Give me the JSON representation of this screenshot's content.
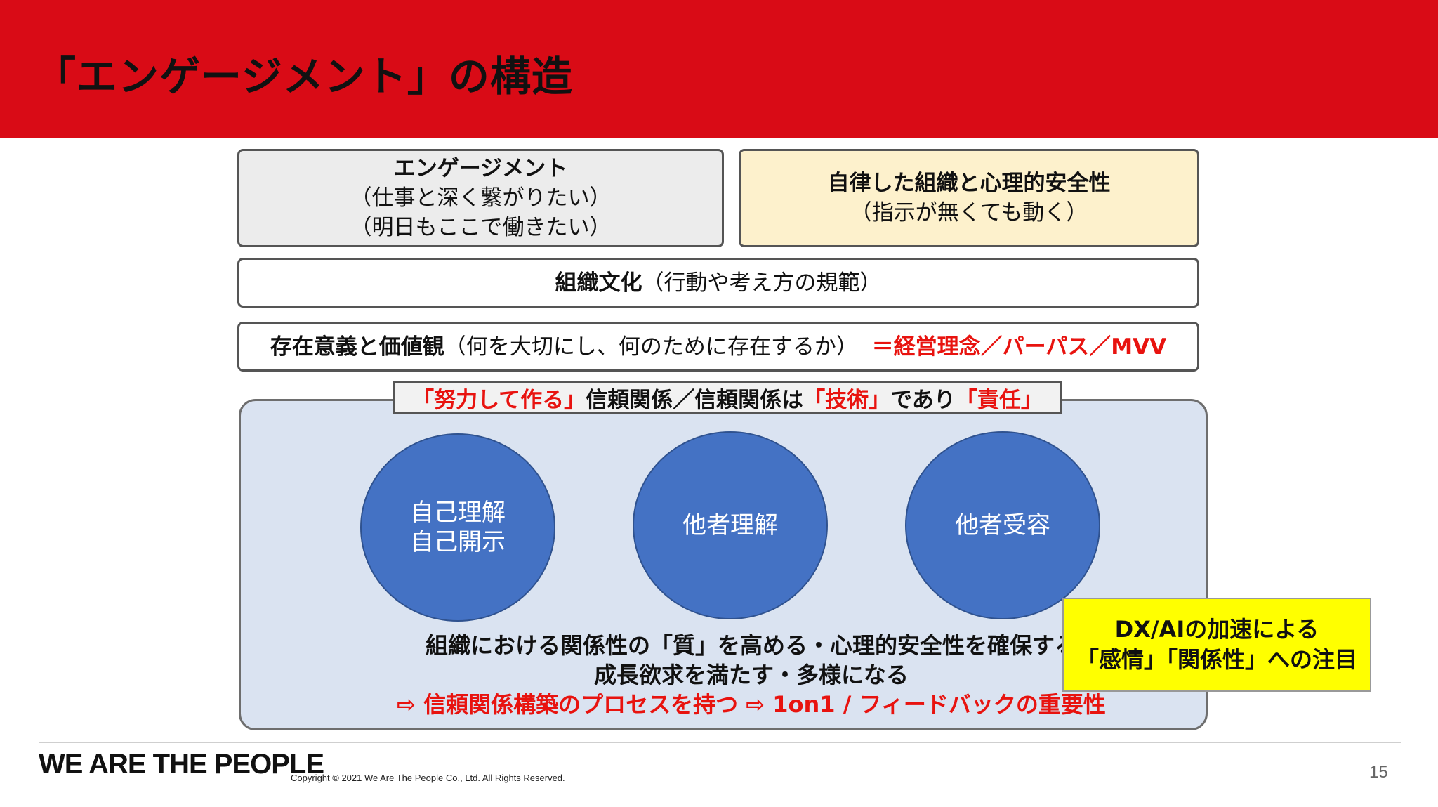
{
  "header": {
    "title": "「エンゲージメント」の構造",
    "band_color": "#d90b16"
  },
  "engagement_box": {
    "title": "エンゲージメント",
    "line1": "（仕事と深く繋がりたい）",
    "line2": "（明日もここで働きたい）"
  },
  "autonomy_box": {
    "title": "自律した組織と心理的安全性",
    "subtitle": "（指示が無くても動く）"
  },
  "culture_box": {
    "bold_text": "組織文化",
    "text": "（行動や考え方の規範）"
  },
  "purpose_box": {
    "bold_text": "存在意義と価値観",
    "text": "（何を大切にし、何のために存在するか）",
    "red_text": "＝経営理念／パーパス／MVV"
  },
  "trust_banner": {
    "part1_red": "「努力して作る」",
    "part2": "信頼関係／信頼関係は",
    "part3_red": "「技術」",
    "part4": "であり",
    "part5_red": "「責任」"
  },
  "circles": [
    {
      "line1": "自己理解",
      "line2": "自己開示"
    },
    {
      "line1": "他者理解"
    },
    {
      "line1": "他者受容"
    }
  ],
  "bottom_text": {
    "line1": "組織における関係性の「質」を高める・心理的安全性を確保する",
    "line2": "成長欲求を満たす・多様になる",
    "line3": "⇨  信頼関係構築のプロセスを持つ  ⇨ 1on1 / フィードバックの重要性"
  },
  "callout": {
    "line1": "DX/AIの加速による",
    "line2": "「感情」「関係性」への注目"
  },
  "footer": {
    "logo": "WE ARE THE PEOPLE",
    "copyright": "Copyright © 2021 We Are The People Co., Ltd. All Rights Reserved.",
    "page_number": "15"
  },
  "colors": {
    "accent_red": "#e8130f",
    "circle_blue": "#4472c4",
    "panel_blue": "#dae3f1",
    "callout_yellow": "#ffff00"
  }
}
